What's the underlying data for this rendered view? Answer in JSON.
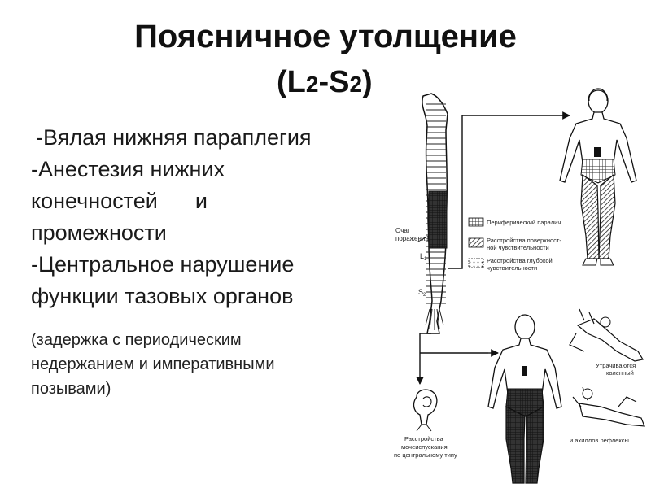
{
  "title": "Поясничное утолщение",
  "subtitle_open": "(L",
  "subtitle_sub1": "2",
  "subtitle_mid": "-S",
  "subtitle_sub2": "2",
  "subtitle_close": ")",
  "symptoms": {
    "line1": "-Вялая нижняя параплегия",
    "line2": "-Анестезия нижних",
    "line3a": "конечностей",
    "line3b": "и",
    "line4": "промежности",
    "line5": "-Центральное нарушение",
    "line6": "функции тазовых органов"
  },
  "note": {
    "line1": "(задержка с периодическим",
    "line2": "недержанием и императивными",
    "line3": "позывами)"
  },
  "diagram": {
    "lesion_label_1": "Очаг",
    "lesion_label_2": "поражения",
    "segment_top": "L",
    "segment_top_sub": "1",
    "segment_bottom": "S",
    "segment_bottom_sub": "2",
    "legend_1": "Периферический паралич",
    "legend_2a": "Расстройства поверхност-",
    "legend_2b": "ной чувствительности",
    "legend_3a": "Расстройства глубокой",
    "legend_3b": "чувствительности",
    "reflex_1a": "Утрачиваются",
    "reflex_1b": "коленный",
    "reflex_2": "и ахиллов рефлексы",
    "bladder_1": "Расстройства",
    "bladder_2": "мочеиспускания",
    "bladder_3": "по центральному типу"
  }
}
